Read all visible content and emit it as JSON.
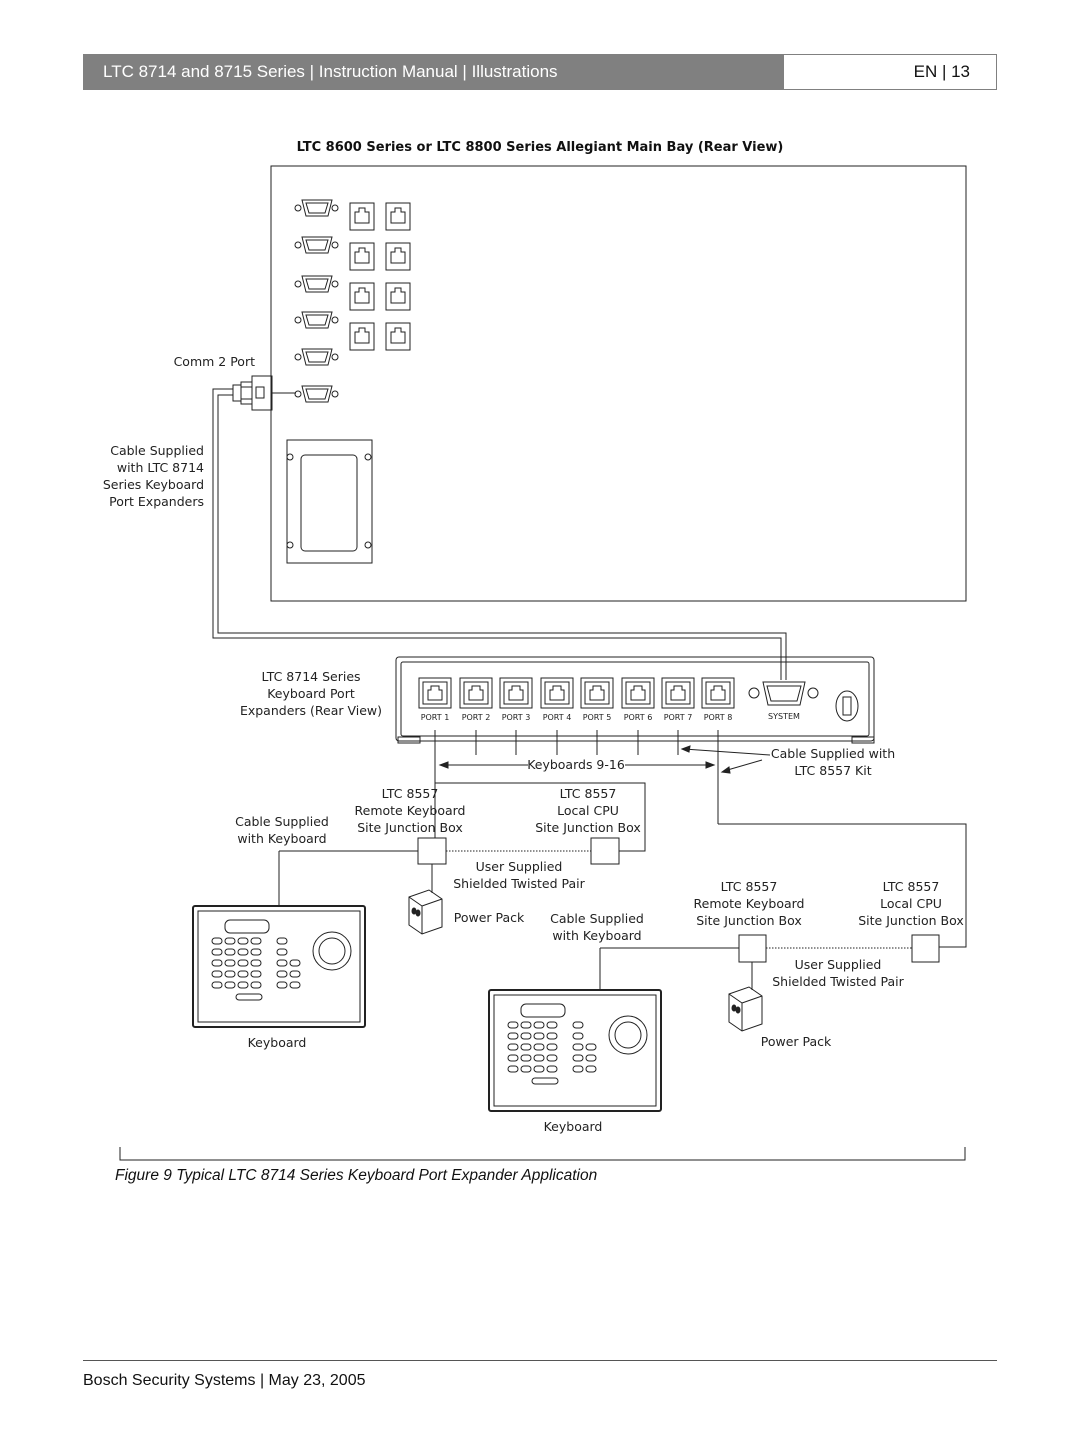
{
  "header": {
    "title": "LTC 8714 and 8715 Series | Instruction Manual | Illustrations",
    "page": "EN | 13"
  },
  "figure": {
    "title": "LTC 8600 Series or LTC 8800 Series Allegiant Main Bay (Rear View)",
    "labels": {
      "comm2": "Comm 2 Port",
      "cable1": [
        "Cable Supplied",
        "with LTC 8714",
        "Series Keyboard",
        "Port Expanders"
      ],
      "expander": [
        "LTC 8714 Series",
        "Keyboard Port",
        "Expanders (Rear View)"
      ],
      "ports": [
        "PORT 1",
        "PORT 2",
        "PORT 3",
        "PORT 4",
        "PORT 5",
        "PORT 6",
        "PORT 7",
        "PORT 8"
      ],
      "system": "SYSTEM",
      "keyboards_range": "Keyboards 9-16",
      "cable_8557": [
        "Cable Supplied with",
        "LTC 8557 Kit"
      ],
      "jb_remote": [
        "LTC 8557",
        "Remote Keyboard",
        "Site Junction Box"
      ],
      "jb_local": [
        "LTC 8557",
        "Local CPU",
        "Site Junction Box"
      ],
      "cable_kb": [
        "Cable Supplied",
        "with Keyboard"
      ],
      "twisted": [
        "User Supplied",
        "Shielded Twisted Pair"
      ],
      "power_pack": "Power Pack",
      "keyboard": "Keyboard"
    }
  },
  "caption": "Figure 9  Typical LTC 8714 Series Keyboard Port Expander Application",
  "footer": "Bosch Security Systems | May 23, 2005"
}
